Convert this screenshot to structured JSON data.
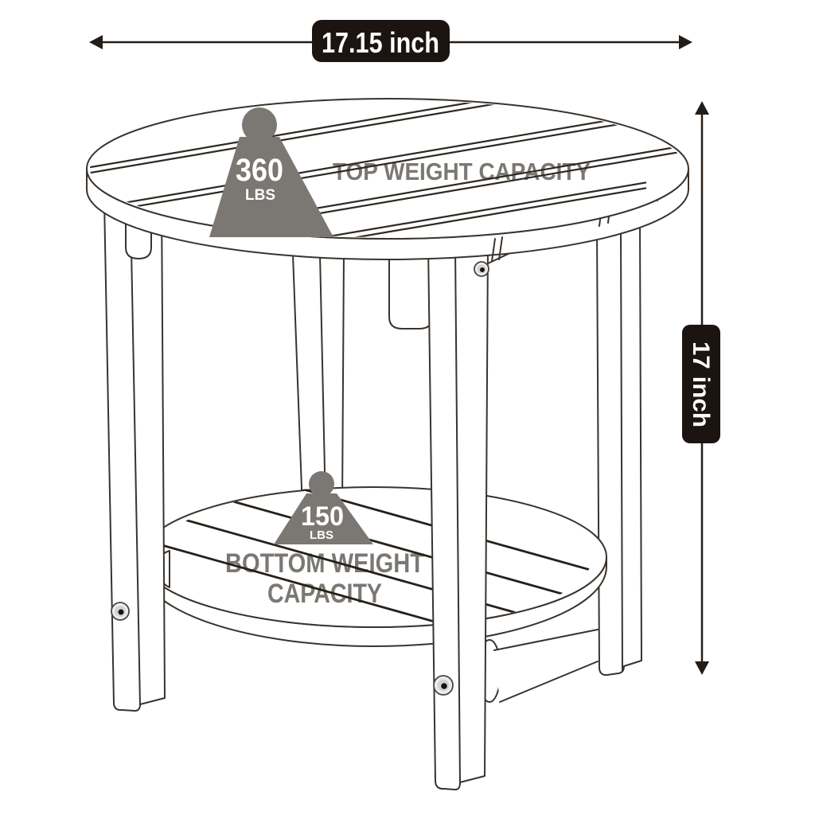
{
  "diagram": {
    "drawing": "round-two-tier-side-table-line-art",
    "dimensions": {
      "width_label": "17.15 inch",
      "height_label": "17 inch"
    },
    "top_capacity": {
      "value": "360",
      "unit": "LBS",
      "label": "TOP WEIGHT CAPACITY"
    },
    "bottom_capacity": {
      "value": "150",
      "unit": "LBS",
      "label_line1": "BOTTOM WEIGHT",
      "label_line2": "CAPACITY"
    },
    "colors": {
      "label_bg": "#1b1410",
      "label_text": "#ffffff",
      "capacity_gray": "#7b7873",
      "line_art": "#3a332d",
      "background": "#ffffff"
    }
  }
}
